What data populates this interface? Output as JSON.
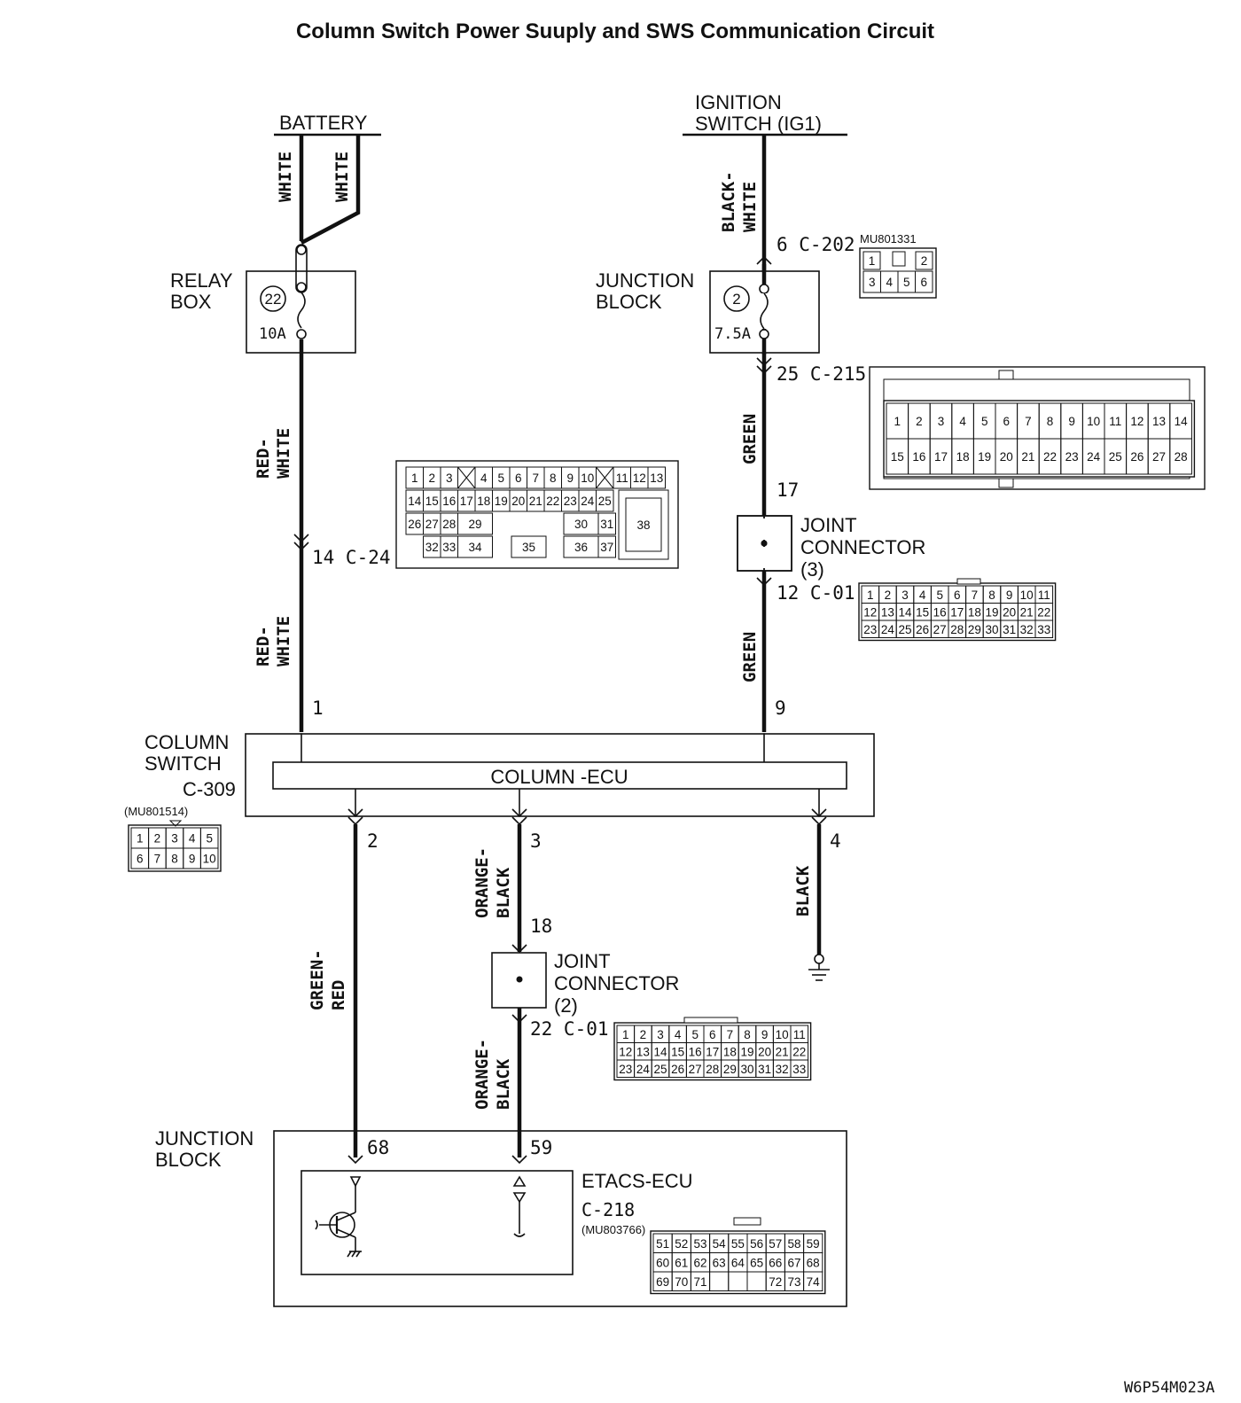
{
  "title": "Column Switch Power Suuply and SWS Communication Circuit",
  "drawing_code": "W6P54M023A",
  "sources": {
    "battery": "BATTERY",
    "ignition_line1": "IGNITION",
    "ignition_line2": "SWITCH (IG1)"
  },
  "wires": {
    "white_1": "WHITE",
    "white_2": "WHITE",
    "black_white_1": "BLACK-",
    "black_white_2": "WHITE",
    "red_white_a1": "RED-",
    "red_white_a2": "WHITE",
    "red_white_b1": "RED-",
    "red_white_b2": "WHITE",
    "green_a": "GREEN",
    "green_b": "GREEN",
    "green_red_1": "GREEN-",
    "green_red_2": "RED",
    "orange_black_a1": "ORANGE-",
    "orange_black_a2": "BLACK",
    "orange_black_b1": "ORANGE-",
    "orange_black_b2": "BLACK",
    "black": "BLACK"
  },
  "relay_box": {
    "label1": "RELAY",
    "label2": "BOX",
    "fuse_no": "22",
    "rating": "10A"
  },
  "junction_block_top": {
    "label1": "JUNCTION",
    "label2": "BLOCK",
    "fuse_no": "2",
    "rating": "7.5A"
  },
  "pins": {
    "c202": "6  C-202",
    "c215": "25  C-215",
    "jc3_in": "17",
    "jc3_out": "12  C-01",
    "c24": "14  C-24",
    "col_1": "1",
    "col_9": "9",
    "col_2": "2",
    "col_3": "3",
    "col_4": "4",
    "jc2_in": "18",
    "jc2_out": "22  C-01",
    "etacs_68": "68",
    "etacs_59": "59"
  },
  "joint_connector_3": {
    "line1": "JOINT",
    "line2": "CONNECTOR",
    "line3": "(3)"
  },
  "joint_connector_2": {
    "line1": "JOINT",
    "line2": "CONNECTOR",
    "line3": "(2)"
  },
  "column_switch": {
    "line1": "COLUMN",
    "line2": "SWITCH",
    "code": "C-309",
    "part": "(MU801514)",
    "ecu": "COLUMN -ECU"
  },
  "junction_block_bottom": {
    "label1": "JUNCTION",
    "label2": "BLOCK",
    "ecu": "ETACS-ECU",
    "code": "C-218",
    "part": "(MU803766)"
  },
  "connector_faces": {
    "mu801331": {
      "part": "MU801331",
      "rows": [
        [
          "1",
          "",
          "2"
        ],
        [
          "3",
          "4",
          "5",
          "6"
        ]
      ]
    },
    "c215": {
      "rows": [
        [
          "1",
          "2",
          "3",
          "4",
          "5",
          "6",
          "7",
          "8",
          "9",
          "10",
          "11",
          "12",
          "13",
          "14"
        ],
        [
          "15",
          "16",
          "17",
          "18",
          "19",
          "20",
          "21",
          "22",
          "23",
          "24",
          "25",
          "26",
          "27",
          "28"
        ]
      ]
    },
    "c24": {
      "rows": [
        [
          "1",
          "2",
          "3",
          "4",
          "5",
          "6",
          "7",
          "8",
          "9",
          "10",
          "11",
          "12",
          "13"
        ],
        [
          "14",
          "15",
          "16",
          "17",
          "18",
          "19",
          "20",
          "21",
          "22",
          "23",
          "24",
          "25"
        ],
        [
          "26",
          "27",
          "28",
          "29",
          "30",
          "31"
        ],
        [
          "32",
          "33",
          "34",
          "35",
          "36",
          "37"
        ]
      ],
      "big": "38"
    },
    "c01_a": {
      "rows": [
        [
          "1",
          "2",
          "3",
          "4",
          "5",
          "6",
          "7",
          "8",
          "9",
          "10",
          "11"
        ],
        [
          "12",
          "13",
          "14",
          "15",
          "16",
          "17",
          "18",
          "19",
          "20",
          "21",
          "22"
        ],
        [
          "23",
          "24",
          "25",
          "26",
          "27",
          "28",
          "29",
          "30",
          "31",
          "32",
          "33"
        ]
      ]
    },
    "c01_b": {
      "rows": [
        [
          "1",
          "2",
          "3",
          "4",
          "5",
          "6",
          "7",
          "8",
          "9",
          "10",
          "11"
        ],
        [
          "12",
          "13",
          "14",
          "15",
          "16",
          "17",
          "18",
          "19",
          "20",
          "21",
          "22"
        ],
        [
          "23",
          "24",
          "25",
          "26",
          "27",
          "28",
          "29",
          "30",
          "31",
          "32",
          "33"
        ]
      ]
    },
    "c309": {
      "rows": [
        [
          "1",
          "2",
          "3",
          "4",
          "5"
        ],
        [
          "6",
          "7",
          "8",
          "9",
          "10"
        ]
      ]
    },
    "c218": {
      "rows": [
        [
          "51",
          "52",
          "53",
          "54",
          "55",
          "56",
          "57",
          "58",
          "59"
        ],
        [
          "60",
          "61",
          "62",
          "63",
          "64",
          "65",
          "66",
          "67",
          "68"
        ],
        [
          "69",
          "70",
          "71",
          "",
          "",
          "",
          "72",
          "73",
          "74"
        ]
      ]
    }
  }
}
